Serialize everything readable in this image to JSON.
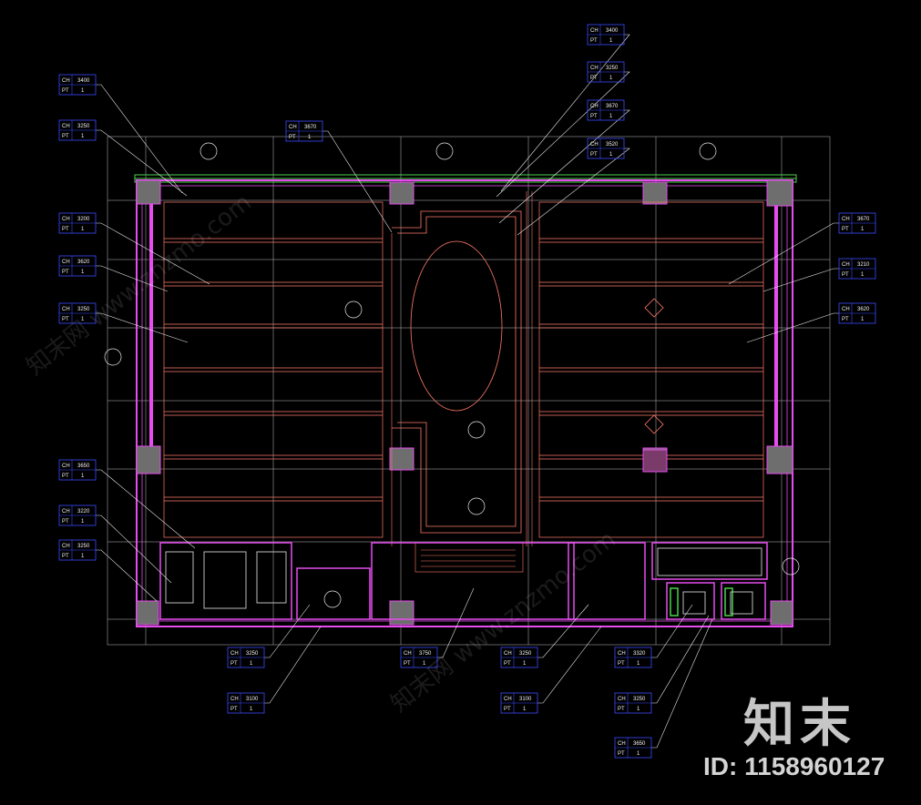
{
  "ceiling_tags": [
    {
      "id": "t1",
      "ch": "3400",
      "pt": "1"
    },
    {
      "id": "t2",
      "ch": "3250",
      "pt": "1"
    },
    {
      "id": "t3",
      "ch": "3670",
      "pt": "1"
    },
    {
      "id": "t4",
      "ch": "3520",
      "pt": "1"
    },
    {
      "id": "t5",
      "ch": "3400",
      "pt": "1"
    },
    {
      "id": "t6",
      "ch": "3250",
      "pt": "1"
    },
    {
      "id": "t7",
      "ch": "3670",
      "pt": "1"
    },
    {
      "id": "t8",
      "ch": "3200",
      "pt": "1"
    },
    {
      "id": "t9",
      "ch": "3620",
      "pt": "1"
    },
    {
      "id": "t10",
      "ch": "3250",
      "pt": "1"
    },
    {
      "id": "t11",
      "ch": "3670",
      "pt": "1"
    },
    {
      "id": "t12",
      "ch": "3210",
      "pt": "1"
    },
    {
      "id": "t13",
      "ch": "3620",
      "pt": "1"
    },
    {
      "id": "t14",
      "ch": "3650",
      "pt": "1"
    },
    {
      "id": "t15",
      "ch": "3220",
      "pt": "1"
    },
    {
      "id": "t16",
      "ch": "3250",
      "pt": "1"
    },
    {
      "id": "t17",
      "ch": "3250",
      "pt": "1"
    },
    {
      "id": "t18",
      "ch": "3750",
      "pt": "1"
    },
    {
      "id": "t19",
      "ch": "3250",
      "pt": "1"
    },
    {
      "id": "t20",
      "ch": "3320",
      "pt": "1"
    },
    {
      "id": "t21",
      "ch": "3100",
      "pt": "1"
    },
    {
      "id": "t22",
      "ch": "3100",
      "pt": "1"
    },
    {
      "id": "t23",
      "ch": "3250",
      "pt": "1"
    },
    {
      "id": "t24",
      "ch": "3650",
      "pt": "1"
    }
  ],
  "tag_labels": {
    "ch": "CH",
    "pt": "PT"
  },
  "watermark": {
    "brand": "知末",
    "id_text": "ID: 1158960127",
    "site": "知末网 www.znzmo.com"
  },
  "colors": {
    "background": "#000000",
    "wall": "#e84cf0",
    "beam": "#ff7a6a",
    "grid": "#c9c9c9",
    "tag_box": "#3b4bff",
    "leader": "#e6e6e6",
    "dimension": "#ffd200",
    "window": "#4bd14b"
  },
  "icons": [
    "section-marker-icon",
    "diamond-light-icon"
  ]
}
